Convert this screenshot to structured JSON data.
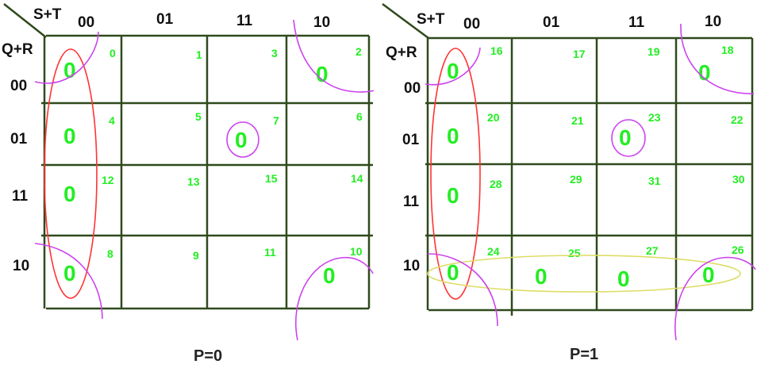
{
  "maps": [
    {
      "corner_top": "S+T",
      "corner_left": "Q+R",
      "col_headers": [
        "00",
        "01",
        "11",
        "10"
      ],
      "row_headers": [
        "00",
        "01",
        "11",
        "10"
      ],
      "cells": [
        [
          {
            "index": "0",
            "value": "0"
          },
          {
            "index": "1",
            "value": ""
          },
          {
            "index": "3",
            "value": ""
          },
          {
            "index": "2",
            "value": "0"
          }
        ],
        [
          {
            "index": "4",
            "value": "0"
          },
          {
            "index": "5",
            "value": ""
          },
          {
            "index": "7",
            "value": "0"
          },
          {
            "index": "6",
            "value": ""
          }
        ],
        [
          {
            "index": "12",
            "value": "0"
          },
          {
            "index": "13",
            "value": ""
          },
          {
            "index": "15",
            "value": ""
          },
          {
            "index": "14",
            "value": ""
          }
        ],
        [
          {
            "index": "8",
            "value": "0"
          },
          {
            "index": "9",
            "value": ""
          },
          {
            "index": "11",
            "value": ""
          },
          {
            "index": "10",
            "value": "0"
          }
        ]
      ],
      "caption": "P=0"
    },
    {
      "corner_top": "S+T",
      "corner_left": "Q+R",
      "col_headers": [
        "00",
        "01",
        "11",
        "10"
      ],
      "row_headers": [
        "00",
        "01",
        "11",
        "10"
      ],
      "cells": [
        [
          {
            "index": "16",
            "value": "0"
          },
          {
            "index": "17",
            "value": ""
          },
          {
            "index": "19",
            "value": ""
          },
          {
            "index": "18",
            "value": "0"
          }
        ],
        [
          {
            "index": "20",
            "value": "0"
          },
          {
            "index": "21",
            "value": ""
          },
          {
            "index": "23",
            "value": "0"
          },
          {
            "index": "22",
            "value": ""
          }
        ],
        [
          {
            "index": "28",
            "value": "0"
          },
          {
            "index": "29",
            "value": ""
          },
          {
            "index": "31",
            "value": ""
          },
          {
            "index": "30",
            "value": ""
          }
        ],
        [
          {
            "index": "24",
            "value": "0"
          },
          {
            "index": "25",
            "value": "0"
          },
          {
            "index": "27",
            "value": "0"
          },
          {
            "index": "26",
            "value": "0"
          }
        ]
      ],
      "caption": "P=1"
    }
  ],
  "colors": {
    "cell_text": "#22ee22",
    "grid": "#2f4a1c",
    "column_group": "#ff3333",
    "corner_group": "#cc44ee",
    "row_group": "#dddd66"
  }
}
